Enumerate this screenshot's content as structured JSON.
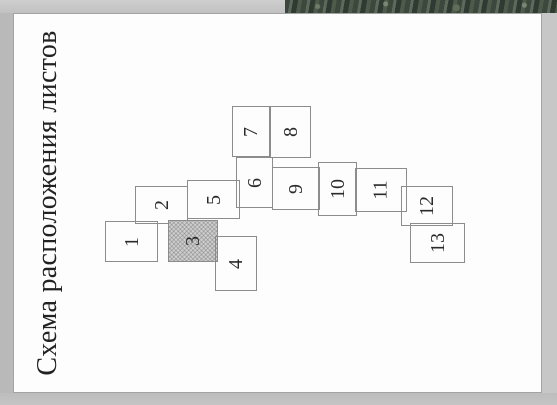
{
  "title": "Схема расположения листов",
  "sheets": [
    {
      "label": "1",
      "highlighted": false
    },
    {
      "label": "2",
      "highlighted": false
    },
    {
      "label": "3",
      "highlighted": true
    },
    {
      "label": "4",
      "highlighted": false
    },
    {
      "label": "5",
      "highlighted": false
    },
    {
      "label": "6",
      "highlighted": false
    },
    {
      "label": "7",
      "highlighted": false
    },
    {
      "label": "8",
      "highlighted": false
    },
    {
      "label": "9",
      "highlighted": false
    },
    {
      "label": "10",
      "highlighted": false
    },
    {
      "label": "11",
      "highlighted": false
    },
    {
      "label": "12",
      "highlighted": false
    },
    {
      "label": "13",
      "highlighted": false
    }
  ],
  "colors": {
    "panel": "#fdfdfd",
    "sheet_border": "#8c8c8c",
    "highlight": "#cfcfcf",
    "text": "#222222"
  }
}
